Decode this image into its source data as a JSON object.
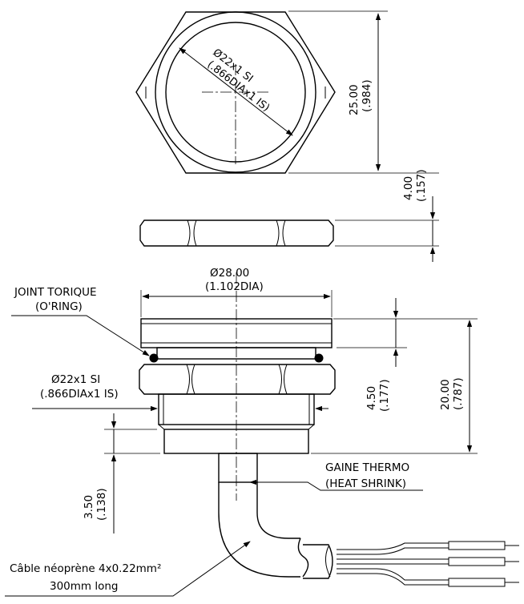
{
  "top_view": {
    "thread_label_1": "Ø22x1  SI",
    "thread_label_2": "(.866DIAx1  IS)",
    "height_mm": "25.00",
    "height_in": "(.984)"
  },
  "nut_view": {
    "thickness_mm": "4.00",
    "thickness_in": "(.157)"
  },
  "side_view": {
    "diameter_mm": "Ø28.00",
    "diameter_in": "(1.102DIA)",
    "oring_label_1": "JOINT TORIQUE",
    "oring_label_2": "(O'RING)",
    "thread_label_1": "Ø22x1  SI",
    "thread_label_2": "(.866DIAx1  IS)",
    "thread_length_mm": "4.50",
    "thread_length_in": "(.177)",
    "total_height_mm": "20.00",
    "total_height_in": "(.787)",
    "gap_mm": "3.50",
    "gap_in": "(.138)",
    "shrink_label_1": "GAINE THERMO",
    "shrink_label_2": "(HEAT  SHRINK)",
    "cable_label_1": "Câble  néoprène  4x0.22mm²",
    "cable_label_2": "300mm  long"
  }
}
